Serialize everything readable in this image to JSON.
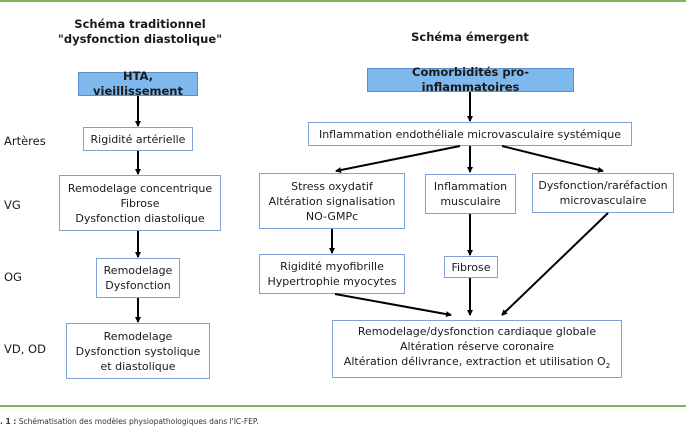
{
  "left_column": {
    "title_line1": "Schéma traditionnel",
    "title_line2": "\"dysfonction diastolique\"",
    "root": "HTA, vieillissement",
    "row_labels": [
      "Artères",
      "VG",
      "OG",
      "VD, OD"
    ],
    "boxes": [
      [
        "Rigidité artérielle"
      ],
      [
        "Remodelage concentrique",
        "Fibrose",
        "Dysfonction diastolique"
      ],
      [
        "Remodelage",
        "Dysfonction"
      ],
      [
        "Remodelage",
        "Dysfonction systolique",
        "et diastolique"
      ]
    ]
  },
  "right_column": {
    "title": "Schéma émergent",
    "root": "Comorbidités pro-inflammatoires",
    "level1": "Inflammation endothéliale microvasculaire systémique",
    "branches": {
      "a": [
        "Stress oxydatif",
        "Altération signalisation",
        "NO-GMPc"
      ],
      "a2": [
        "Rigidité myofibrille",
        "Hypertrophie myocytes"
      ],
      "b": [
        "Inflammation",
        "musculaire"
      ],
      "b2": [
        "Fibrose"
      ],
      "c": [
        "Dysfonction/raréfaction",
        "microvasculaire"
      ]
    },
    "outcome": [
      "Remodelage/dysfonction cardiaque globale",
      "Altération réserve coronaire",
      "Altération délivrance, extraction et utilisation O"
    ],
    "outcome_subscript": "2"
  },
  "caption": {
    "label": ". 1 :",
    "text": "Schématisation des modèles physiopathologiques dans l'IC-FEP."
  },
  "colors": {
    "rule": "#7ab55c",
    "highlight_box": "#7eb8ec",
    "box_border": "#7fa3d6"
  }
}
